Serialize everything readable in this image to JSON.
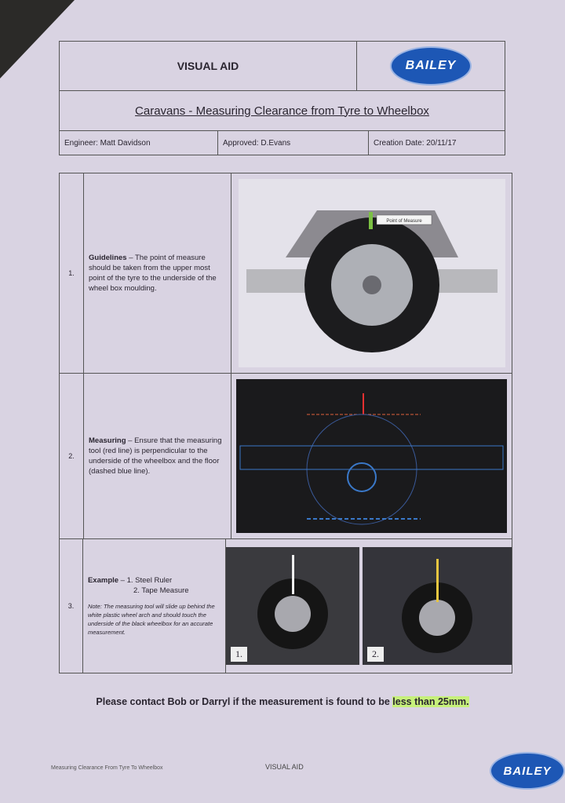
{
  "header": {
    "title": "VISUAL AID",
    "logo": "BAILEY",
    "subtitle": "Caravans - Measuring Clearance from Tyre to Wheelbox",
    "engineer": "Engineer: Matt Davidson",
    "approved": "Approved: D.Evans",
    "creation_date": "Creation Date: 20/11/17"
  },
  "steps": [
    {
      "num": "1.",
      "title": "Guidelines",
      "body": " – The point of measure should be taken from the upper most point of the tyre to the underside of the wheel box moulding.",
      "image_label": "Point of Measure"
    },
    {
      "num": "2.",
      "title": "Measuring",
      "body": " – Ensure that the measuring tool (red line) is perpendicular to the underside of the wheelbox and the floor (dashed blue line)."
    },
    {
      "num": "3.",
      "title": "Example",
      "body": " – 1. Steel Ruler",
      "body2": "2. Tape Measure",
      "note": "Note: The measuring tool will slide up behind the white plastic wheel arch and should touch the underside of the black wheelbox for an accurate measurement.",
      "photo_labels": [
        "1.",
        "2."
      ]
    }
  ],
  "footer_notice": {
    "text": "Please contact Bob or Darryl if the measurement is found to be ",
    "highlight": "less than 25mm."
  },
  "page_footer": {
    "left": "Measuring Clearance From Tyre To Wheelbox",
    "center": "VISUAL AID",
    "logo": "BAILEY"
  },
  "colors": {
    "logo": "#1d57b5",
    "highlight": "#c6f07a"
  }
}
